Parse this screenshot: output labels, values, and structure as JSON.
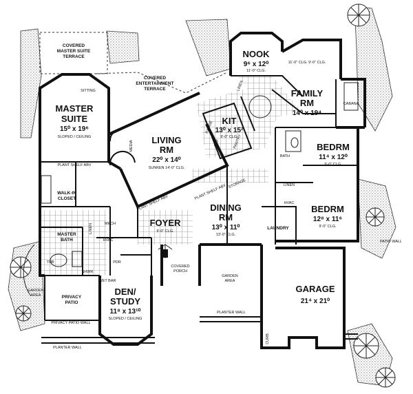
{
  "plan": {
    "rooms": [
      {
        "id": "covered-master-suite-terrace",
        "lines": [
          "COVERED",
          "MASTER SUITE",
          "TERRACE"
        ]
      },
      {
        "id": "covered-entertainment-terrace",
        "lines": [
          "COVERED",
          "ENTERTAINMENT",
          "TERRACE"
        ]
      },
      {
        "id": "sitting",
        "lines": [
          "SITTING"
        ]
      },
      {
        "id": "master-suite",
        "lines": [
          "MASTER",
          "SUITE"
        ],
        "dims": "15⁰ x 19⁶",
        "note": "SLOPED / CEILING"
      },
      {
        "id": "living-rm",
        "lines": [
          "LIVING",
          "RM"
        ],
        "dims": "22⁰ x 14⁰",
        "note": "SUNKEN 14'-0\" CLG."
      },
      {
        "id": "nook",
        "lines": [
          "NOOK"
        ],
        "dims": "9⁶ x 12⁰",
        "note": "11'-0\" CLG."
      },
      {
        "id": "kit",
        "lines": [
          "KIT"
        ],
        "dims": "13⁰ x 15²",
        "note": "9'-0\" CLG."
      },
      {
        "id": "family-rm",
        "lines": [
          "FAMILY",
          "RM"
        ],
        "dims": "14⁰ x 19⁴",
        "note": "11'-0\" CLG. 9'-0\" CLG."
      },
      {
        "id": "cabana",
        "lines": [
          "CABANA"
        ]
      },
      {
        "id": "bedrm-1",
        "lines": [
          "BEDRM"
        ],
        "dims": "11⁴ x 12⁰",
        "note": "9'-0\" CLG."
      },
      {
        "id": "bedrm-2",
        "lines": [
          "BEDRM"
        ],
        "dims": "12⁸ x 11⁶",
        "note": "9'-0\" CLG."
      },
      {
        "id": "walk-in-closet",
        "lines": [
          "WALK-IN",
          "CLOSET"
        ]
      },
      {
        "id": "master-bath",
        "lines": [
          "MASTER",
          "BATH"
        ]
      },
      {
        "id": "foyer",
        "lines": [
          "FOYER"
        ],
        "note": "9'-0\" CLG."
      },
      {
        "id": "dining-rm",
        "lines": [
          "DINING",
          "RM"
        ],
        "dims": "13⁰ x 11⁰",
        "note": "13'-0\" CLG."
      },
      {
        "id": "laundry",
        "lines": [
          "LAUNDRY"
        ]
      },
      {
        "id": "garage",
        "lines": [
          "GARAGE"
        ],
        "dims": "21⁴ x 21⁰"
      },
      {
        "id": "den-study",
        "lines": [
          "DEN/",
          "STUDY"
        ],
        "dims": "11⁸ x 13¹⁰",
        "note": "SLOPED / CEILING"
      },
      {
        "id": "privacy-patio",
        "lines": [
          "PRIVACY",
          "PATIO"
        ]
      },
      {
        "id": "covered-porch",
        "lines": [
          "COVERED",
          "PORCH"
        ]
      },
      {
        "id": "garden-area-left",
        "lines": [
          "GARDEN",
          "AREA"
        ]
      },
      {
        "id": "garden-area-right",
        "lines": [
          "GARDEN",
          "AREA"
        ]
      },
      {
        "id": "patio-wall",
        "lines": [
          "PATIO WALL"
        ]
      }
    ],
    "annotations": {
      "plant_shelf_main": "PLANT SHELF ABV",
      "plant_shelf_foyer": "PLANT SHELF ABV",
      "plant_shelf_dining": "PLANT SHELF ABV",
      "privacy_patio_wall": "PRIVACY PATIO WALL",
      "planter_wall_left": "PLANTER WALL",
      "planter_wall_right": "PLANTER WALL",
      "pantry": "PANTRY",
      "linen_kit": "LINEN",
      "linen_hall": "LINEN",
      "linen_bath": "LINEN",
      "hvac_hall": "HVAC",
      "hvac_mech": "HVAC",
      "mech": "MECH",
      "pdr": "PDR",
      "tub": "TUB",
      "shwr": "SHWR",
      "wet_bar": "WET BAR",
      "bath": "BATH",
      "storage": "STORAGE",
      "curb": "CURB",
      "media": "MEDIA",
      "range": "RANGE",
      "ref": "REF"
    }
  }
}
